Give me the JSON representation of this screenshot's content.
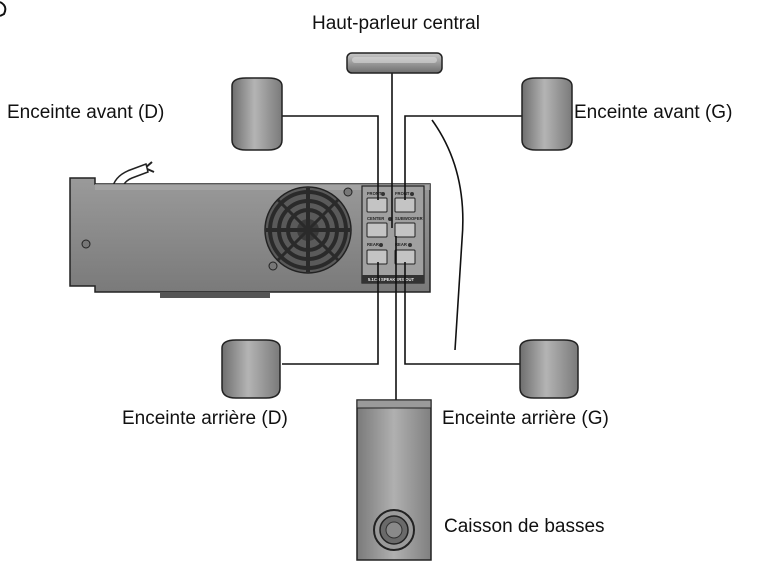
{
  "labels": {
    "center": "Haut-parleur central",
    "front_right": "Enceinte avant (D)",
    "front_left": "Enceinte avant (G)",
    "rear_right": "Enceinte arrière (D)",
    "rear_left": "Enceinte arrière (G)",
    "subwoofer": "Caisson de basses"
  },
  "panel": {
    "front_r": "FRONT",
    "front_l": "FRONT",
    "center": "CENTER",
    "subwoofer": "SUBWOOFER",
    "rear_r": "REAR",
    "rear_l": "REAR",
    "footer": "5.1CH SPEAKERS OUT"
  },
  "colors": {
    "speaker_body": "#9a9a9a",
    "unit_body": "#8c8c8c",
    "line": "#111111"
  }
}
